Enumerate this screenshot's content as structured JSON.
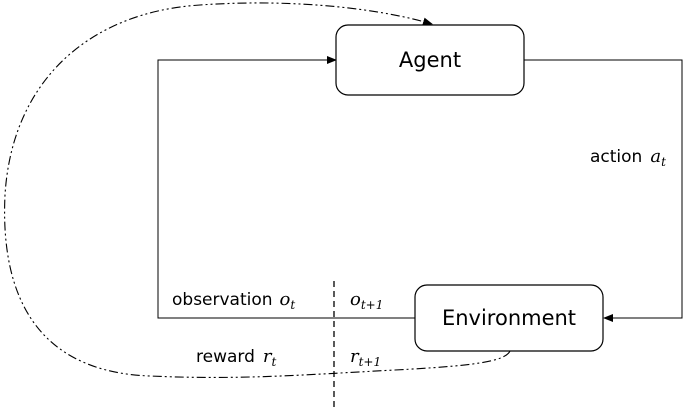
{
  "nodes": {
    "agent": {
      "label": "Agent"
    },
    "environment": {
      "label": "Environment"
    }
  },
  "labels": {
    "action": {
      "text": "action",
      "var": "a",
      "sub": "t"
    },
    "observation": {
      "text": "observation",
      "var": "o",
      "sub": "t"
    },
    "observation_next": {
      "var": "o",
      "sub": "t+1"
    },
    "reward": {
      "text": "reward",
      "var": "r",
      "sub": "t"
    },
    "reward_next": {
      "var": "r",
      "sub": "t+1"
    }
  }
}
